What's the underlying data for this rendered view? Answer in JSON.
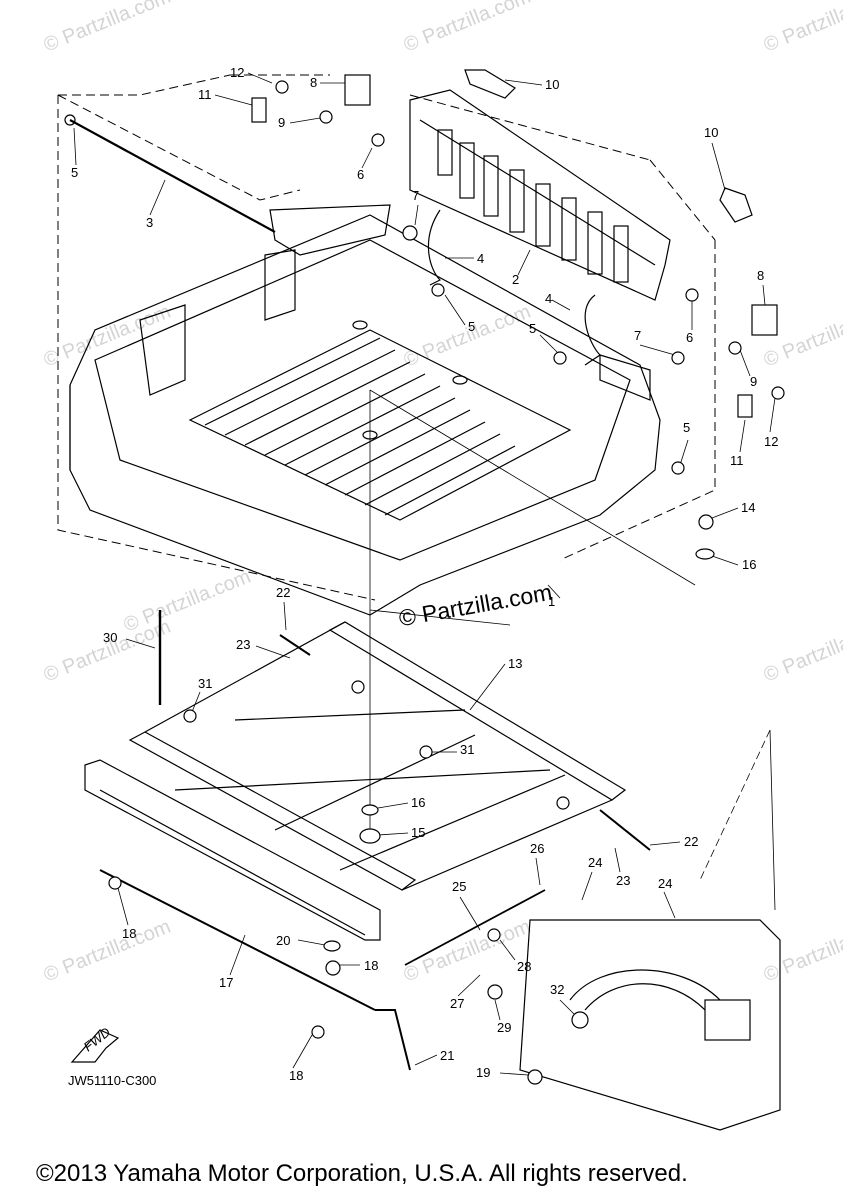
{
  "watermark": {
    "small_text": "© Partzilla.com",
    "main_text": "© Partzilla.com"
  },
  "callouts": {
    "c1": "1",
    "c2": "2",
    "c3": "3",
    "c4a": "4",
    "c4b": "4",
    "c5a": "5",
    "c5b": "5",
    "c5c": "5",
    "c5d": "5",
    "c6a": "6",
    "c6b": "6",
    "c7a": "7",
    "c7b": "7",
    "c8a": "8",
    "c8b": "8",
    "c9a": "9",
    "c9b": "9",
    "c10a": "10",
    "c10b": "10",
    "c11a": "11",
    "c11b": "11",
    "c12a": "12",
    "c12b": "12",
    "c13": "13",
    "c14": "14",
    "c15": "15",
    "c16a": "16",
    "c16b": "16",
    "c17": "17",
    "c18a": "18",
    "c18b": "18",
    "c18c": "18",
    "c19": "19",
    "c20": "20",
    "c21": "21",
    "c22a": "22",
    "c22b": "22",
    "c23a": "23",
    "c23b": "23",
    "c24a": "24",
    "c24b": "24",
    "c25": "25",
    "c26": "26",
    "c27": "27",
    "c28": "28",
    "c29": "29",
    "c30": "30",
    "c31a": "31",
    "c31b": "31",
    "c32": "32"
  },
  "fwd_label": "FWD",
  "diagram_code": "JW51110-C300",
  "copyright": "©2013 Yamaha Motor Corporation, U.S.A. All rights reserved."
}
